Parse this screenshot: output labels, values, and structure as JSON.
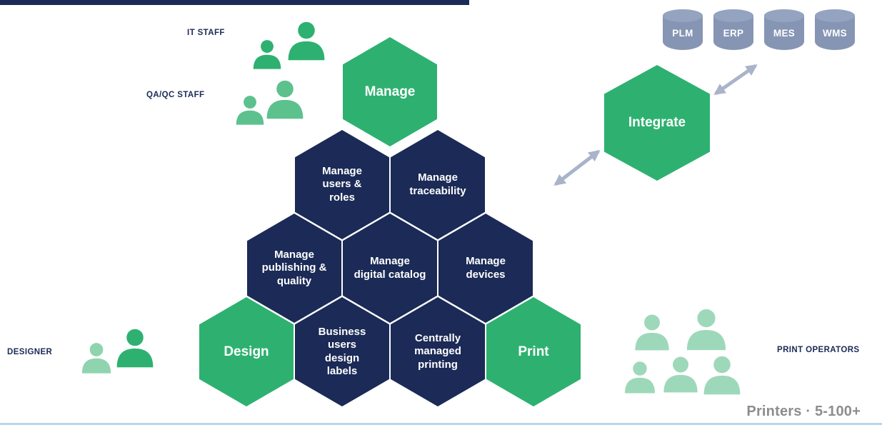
{
  "hexes": {
    "manage": {
      "label": "Manage"
    },
    "integrate": {
      "label": "Integrate"
    },
    "design": {
      "label": "Design"
    },
    "print": {
      "label": "Print"
    },
    "users_roles": {
      "label": "Manage\nusers &\nroles"
    },
    "traceability": {
      "label": "Manage\ntraceability"
    },
    "publishing": {
      "label": "Manage\npublishing &\nquality"
    },
    "catalog": {
      "label": "Manage\ndigital catalog"
    },
    "devices": {
      "label": "Manage\ndevices"
    },
    "business_design": {
      "label": "Business\nusers\ndesign\nlabels"
    },
    "central_print": {
      "label": "Centrally\nmanaged\nprinting"
    }
  },
  "actors": {
    "it_staff": {
      "label": "IT STAFF"
    },
    "qaqc_staff": {
      "label": "QA/QC STAFF"
    },
    "designer": {
      "label": "DESIGNER"
    },
    "print_operators": {
      "label": "PRINT OPERATORS"
    }
  },
  "systems": {
    "plm": {
      "label": "PLM"
    },
    "erp": {
      "label": "ERP"
    },
    "mes": {
      "label": "MES"
    },
    "wms": {
      "label": "WMS"
    }
  },
  "footer": {
    "printers_note": "Printers · 5-100+"
  },
  "colors": {
    "green": "#2eb170",
    "mid_green": "#5dc18e",
    "pale_green": "#9ed8ba",
    "navy": "#1b2a56",
    "slate": "#8695b4",
    "arrow": "#a9b3c9",
    "note_gray": "#8d8d8d",
    "bottom_line_blue": "#b7d6ec"
  }
}
